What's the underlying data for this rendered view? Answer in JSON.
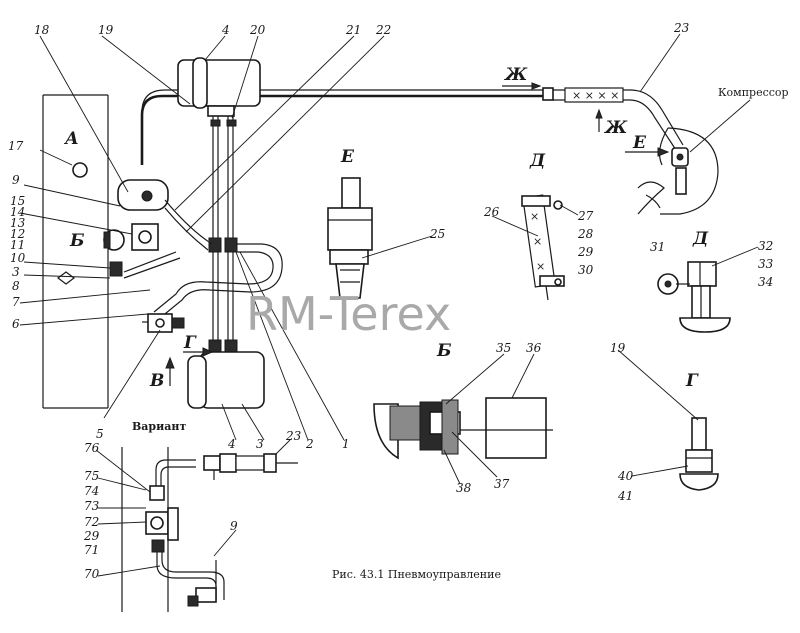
{
  "figure": {
    "caption": "Рис. 43.1 Пневмоуправление",
    "watermark": "RM-Terex",
    "variant_title": "Вариант",
    "compressor_label": "Компрессор"
  },
  "view_letters": [
    "А",
    "Б",
    "В",
    "Г",
    "Д",
    "Е",
    "Ж",
    "Д",
    "Е",
    "Ж",
    "Б",
    "Г"
  ],
  "leader_numbers": [
    "17",
    "9",
    "15",
    "14",
    "13",
    "12",
    "11",
    "10",
    "3",
    "8",
    "7",
    "6",
    "5",
    "4",
    "3",
    "2",
    "1",
    "18",
    "19",
    "20",
    "4",
    "21",
    "22",
    "23",
    "25",
    "26",
    "27",
    "28",
    "29",
    "30",
    "31",
    "32",
    "33",
    "34",
    "35",
    "36",
    "37",
    "38",
    "19",
    "40",
    "41",
    "76",
    "75",
    "74",
    "73",
    "72",
    "29",
    "71",
    "70",
    "9",
    "23"
  ]
}
